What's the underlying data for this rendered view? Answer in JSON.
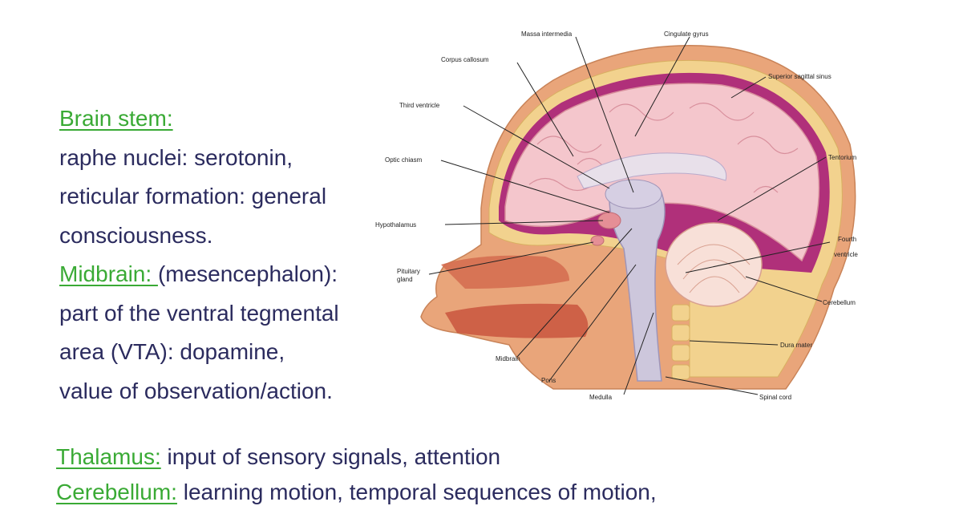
{
  "left_text": {
    "brain_stem_heading": "Brain stem:",
    "brain_stem_line1": "raphe nuclei: serotonin,",
    "brain_stem_line2": "reticular formation: general",
    "brain_stem_line3": "consciousness.",
    "midbrain_heading": "Midbrain: ",
    "midbrain_heading_rest": "(mesencephalon):",
    "midbrain_line1": "part of the ventral tegmental",
    "midbrain_line2": "area (VTA): dopamine,",
    "midbrain_line3": "value of observation/action."
  },
  "bottom_text": {
    "thalamus_heading": "Thalamus:",
    "thalamus_text": " input of sensory signals, attention",
    "cerebellum_heading": "Cerebellum:",
    "cerebellum_text": " learning motion, temporal sequences of motion,"
  },
  "diagram_labels": {
    "massa_intermedia": "Massa intermedia",
    "cingulate_gyrus": "Cingulate gyrus",
    "corpus_callosum": "Corpus callosum",
    "superior_sagittal_sinus": "Superior sagittal sinus",
    "third_ventricle": "Third ventricle",
    "optic_chiasm": "Optic chiasm",
    "tentorium": "Tentorium",
    "hypothalamus": "Hypothalamus",
    "pituitary_gland_1": "Pituitary",
    "pituitary_gland_2": "gland",
    "fourth_ventricle_1": "Fourth",
    "fourth_ventricle_2": "ventricle",
    "cerebellum": "Cerebellum",
    "dura_mater": "Dura mater",
    "midbrain": "Midbrain",
    "pons": "Pons",
    "medulla": "Medulla",
    "spinal_cord": "Spinal cord"
  },
  "colors": {
    "heading_green": "#3aaa35",
    "body_text": "#2b2b5e",
    "skin": "#e9a57a",
    "bone": "#f2d28e",
    "brain": "#f4c6cc",
    "brainstem": "#cdc7dc",
    "dura": "#b0307a"
  }
}
